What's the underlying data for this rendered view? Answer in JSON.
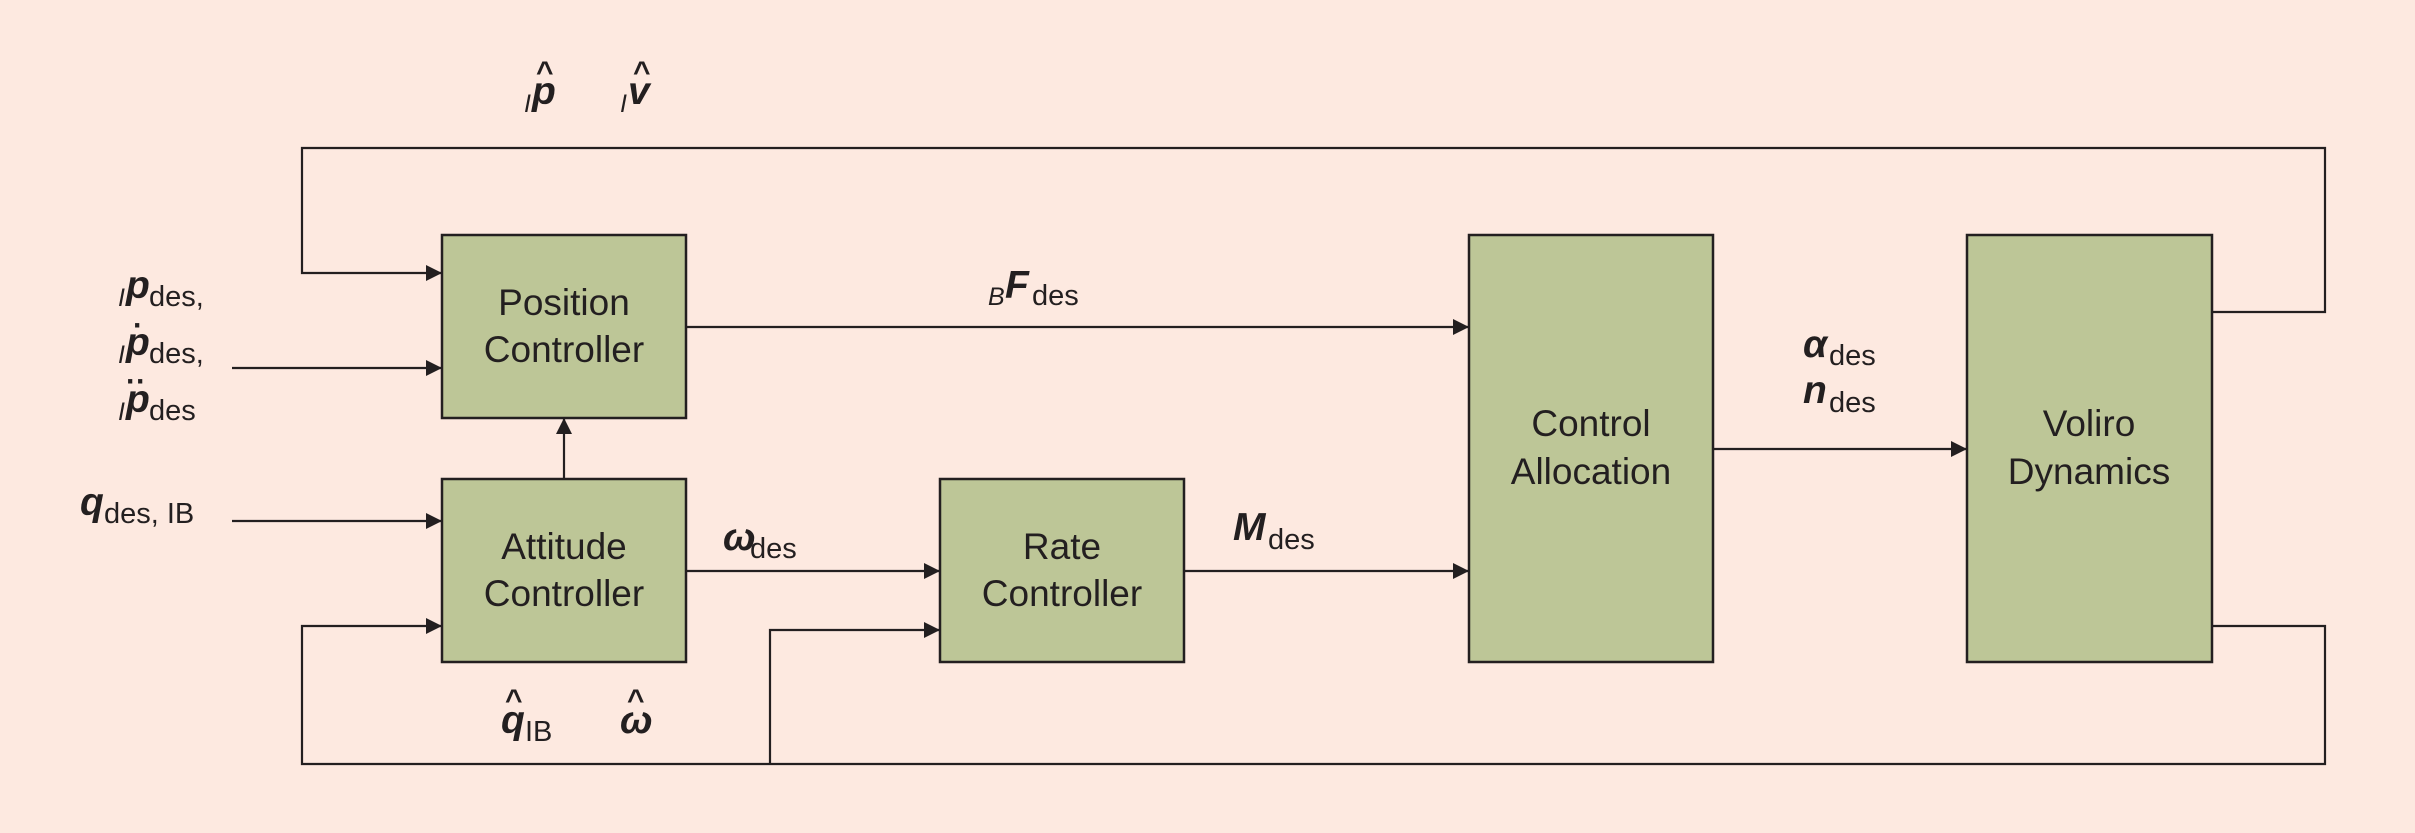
{
  "background_color": "#fde9e0",
  "block_fill": "#bdc697",
  "line_color": "#231f20",
  "blocks": {
    "position_controller": {
      "line1": "Position",
      "line2": "Controller"
    },
    "attitude_controller": {
      "line1": "Attitude",
      "line2": "Controller"
    },
    "rate_controller": {
      "line1": "Rate",
      "line2": "Controller"
    },
    "control_allocation": {
      "line1": "Control",
      "line2": "Allocation"
    },
    "voliro_dynamics": {
      "line1": "Voliro",
      "line2": "Dynamics"
    }
  },
  "signals": {
    "feedback_position": {
      "prefix": "I",
      "symbol": "p"
    },
    "feedback_velocity": {
      "prefix": "I",
      "symbol": "v"
    },
    "input_position": {
      "prefix": "I",
      "symbol": "p",
      "sub": "des,"
    },
    "input_velocity": {
      "prefix": "I",
      "symbol": "p",
      "sub": "des,"
    },
    "input_acceleration": {
      "prefix": "I",
      "symbol": "p",
      "sub": "des"
    },
    "input_attitude": {
      "symbol": "q",
      "sub": "des, IB"
    },
    "force_des": {
      "prefix": "B",
      "symbol": "F",
      "sub": "des"
    },
    "omega_des": {
      "symbol": "ω",
      "sub": "des"
    },
    "moment_des": {
      "symbol": "M",
      "sub": "des"
    },
    "alpha_des": {
      "symbol": "α",
      "sub": "des"
    },
    "n_des": {
      "symbol": "n",
      "sub": "des"
    },
    "feedback_attitude": {
      "symbol": "q",
      "sub": "IB"
    },
    "feedback_omega": {
      "symbol": "ω"
    }
  }
}
